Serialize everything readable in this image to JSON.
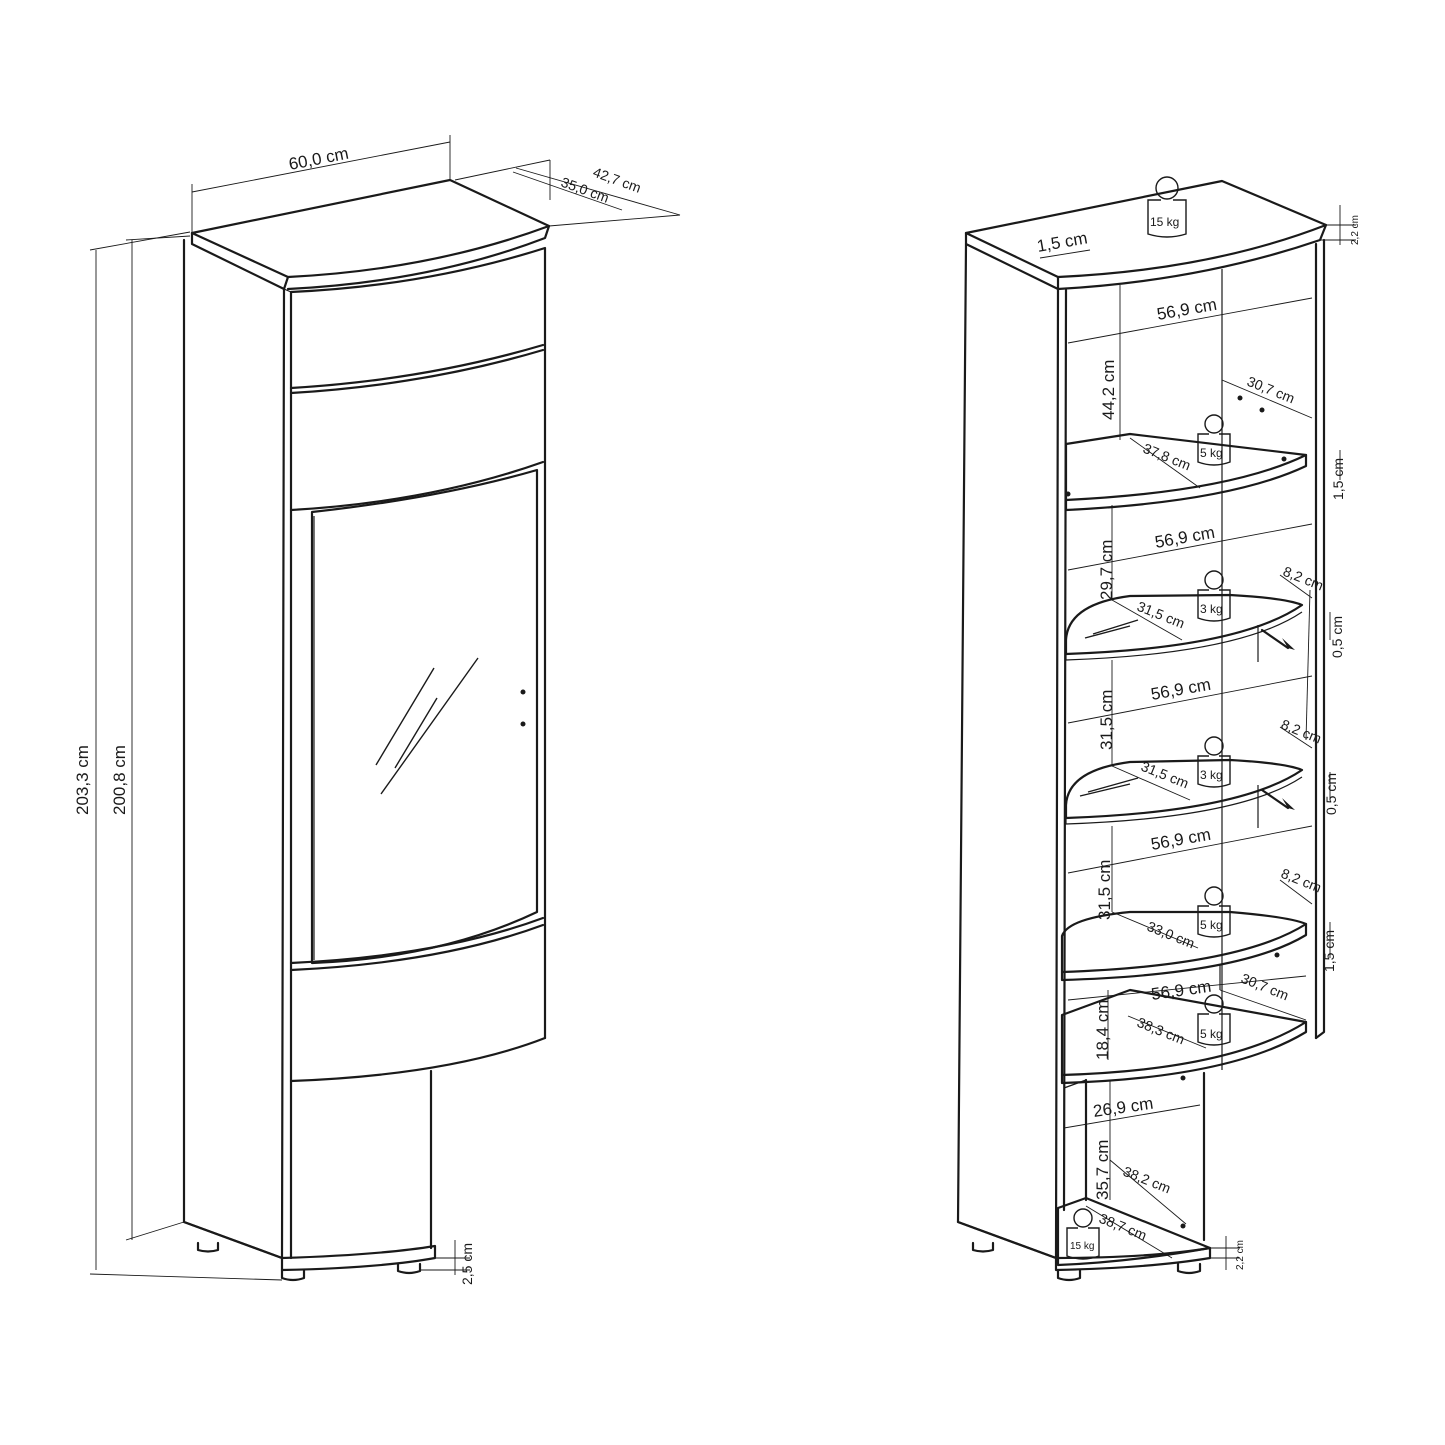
{
  "front_view": {
    "width": "60,0 cm",
    "depth_total": "42,7 cm",
    "depth_body": "35,0 cm",
    "height_total": "203,3 cm",
    "height_body": "200,8 cm",
    "feet_height": "2,5 cm"
  },
  "open_view": {
    "top_thickness": "1,5 cm",
    "top_panel": "2,2 cm",
    "bottom_panel": "2,2 cm",
    "compartments": [
      {
        "width": "56,9 cm",
        "height": "44,2 cm",
        "depth": "30,7 cm"
      },
      {
        "width": "56,9 cm",
        "height": "29,7 cm"
      },
      {
        "width": "56,9 cm",
        "height": "31,5 cm"
      },
      {
        "width": "56,9 cm",
        "height": "31,5 cm"
      },
      {
        "width": "56,9 cm",
        "height": "18,4 cm",
        "depth": "30,7 cm"
      },
      {
        "width": "26,9 cm",
        "height": "35,7 cm",
        "depth": "38,2 cm"
      }
    ],
    "shelves": [
      {
        "depth": "37,8 cm",
        "load": "5 kg",
        "thickness": "1,5 cm"
      },
      {
        "depth": "31,5 cm",
        "load": "3 kg",
        "thickness": "0,5 cm",
        "offset": "8,2 cm"
      },
      {
        "depth": "31,5 cm",
        "load": "3 kg",
        "thickness": "0,5 cm",
        "offset": "8,2 cm"
      },
      {
        "depth": "33,0 cm",
        "load": "5 kg",
        "thickness": "1,5 cm",
        "offset": "8,2 cm"
      },
      {
        "depth": "38,3 cm",
        "load": "5 kg"
      },
      {
        "depth": "38,7 cm",
        "load": "15 kg"
      }
    ],
    "top_load": "15 kg"
  }
}
